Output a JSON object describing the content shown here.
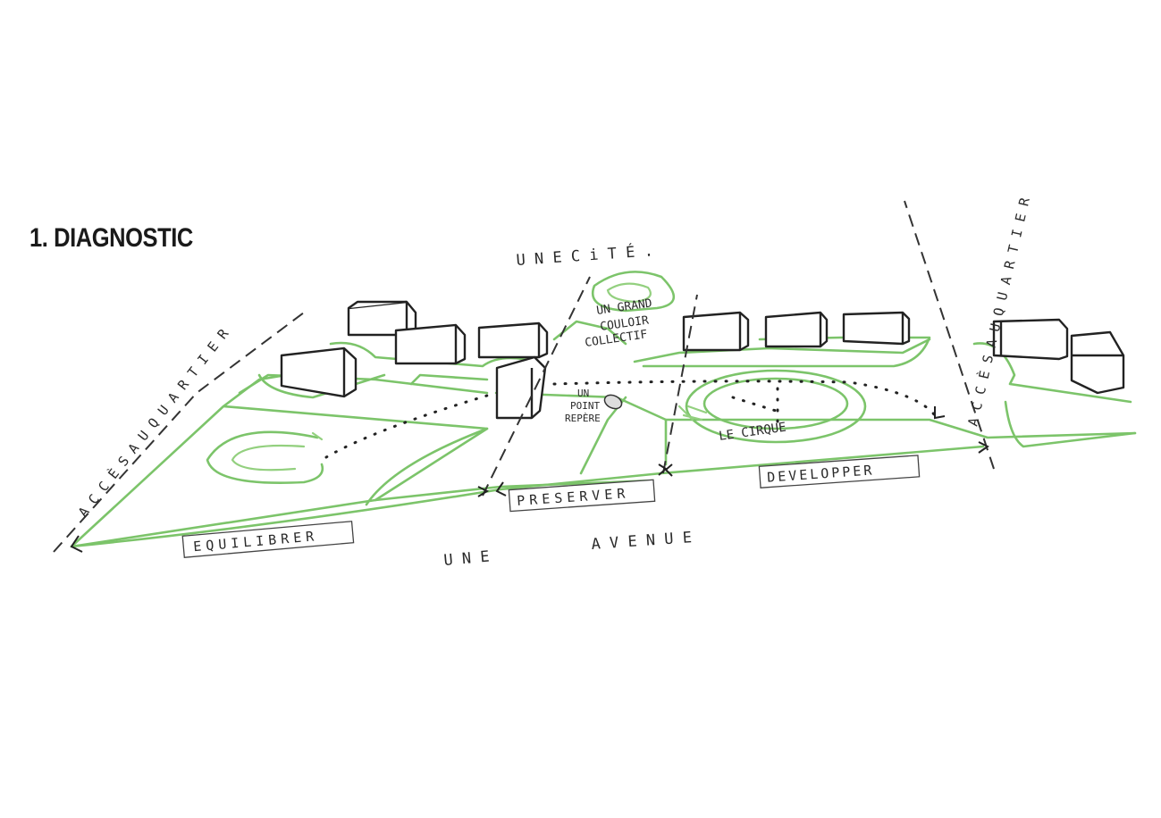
{
  "title": "1. DIAGNOSTIC",
  "labels": {
    "cite": "U N E   C i T É .",
    "avenue_1": "U N E",
    "avenue_2": "A V E N U E",
    "acces_left": "A C C È S   A U   Q U A R T I E R",
    "acces_right": "A C C È S   A U   Q U A R T I E R",
    "couloir_1": "UN GRAND",
    "couloir_2": "COULOIR",
    "couloir_3": "COLLECTIF",
    "repere_1": "UN",
    "repere_2": "POINT",
    "repere_3": "REPÈRE",
    "cirque": "LE  CIRQUE"
  },
  "zones": {
    "equilibrer": "EQUILIBRER",
    "preserver": "PRESERVER",
    "developper": "DEVELOPPER"
  },
  "colors": {
    "park_green": "#7cc46a",
    "ink": "#222222"
  }
}
